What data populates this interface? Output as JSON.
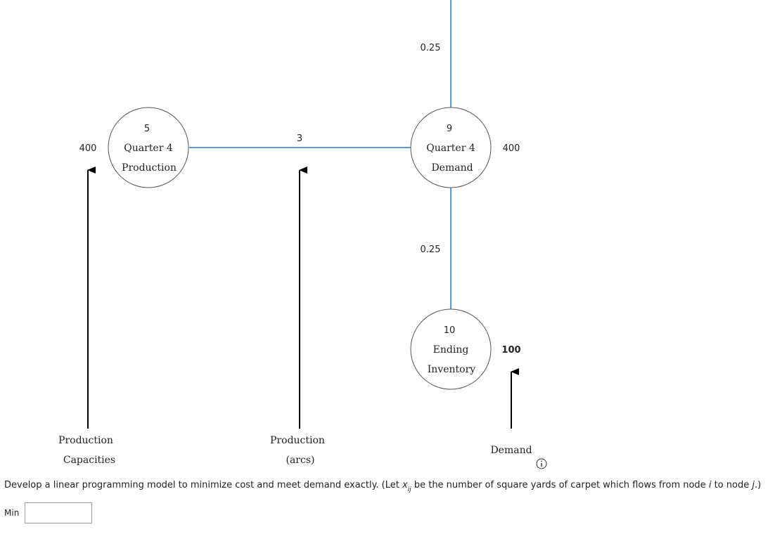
{
  "diagram": {
    "nodes": [
      {
        "id": "5",
        "line1": "Quarter 4",
        "line2": "Production"
      },
      {
        "id": "9",
        "line1": "Quarter 4",
        "line2": "Demand"
      },
      {
        "id": "10",
        "line1": "Ending",
        "line2": "Inventory"
      }
    ],
    "arcs": [
      {
        "from": "above",
        "to": "9",
        "cost": "0.25"
      },
      {
        "from": "5",
        "to": "9",
        "cost": "3"
      },
      {
        "from": "9",
        "to": "10",
        "cost": "0.25"
      }
    ],
    "supply": {
      "node_5": "400"
    },
    "demand": {
      "node_9": "400",
      "node_10": "100"
    },
    "captions": {
      "production_capacities_line1": "Production",
      "production_capacities_line2": "Capacities",
      "production_arcs_line1": "Production",
      "production_arcs_line2": "(arcs)",
      "demand": "Demand"
    }
  },
  "instructions": {
    "part1": "Develop a linear programming model to minimize cost and meet demand exactly. (Let ",
    "var": "x",
    "sub": "ij",
    "part2": " be the number of square yards of carpet which flows from node ",
    "node_i": "i",
    "part3": " to node ",
    "node_j": "j",
    "part4": ".)"
  },
  "objective": {
    "label": "Min",
    "value": ""
  }
}
